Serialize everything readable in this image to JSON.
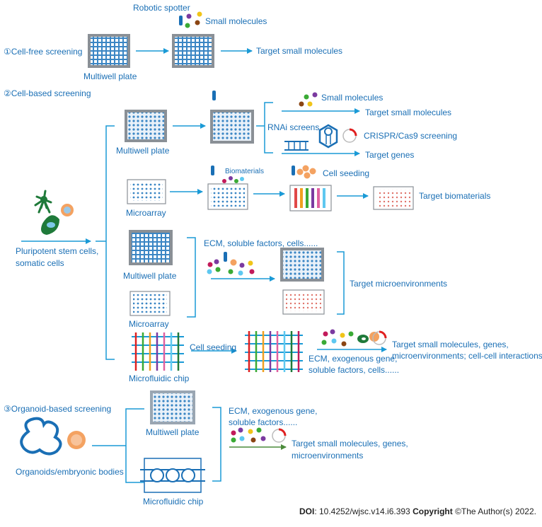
{
  "colors": {
    "blue": "#1a9ad6",
    "text": "#1a6fb5",
    "plate_gray": "#8a9096",
    "plate_blue": "#3b86c4"
  },
  "labels": {
    "robotic_spotter": "Robotic spotter",
    "small_molecules_1": "Small molecules",
    "cell_free": "①Cell-free screening",
    "multiwell_1": "Multiwell plate",
    "target_small_1": "Target small molecules",
    "cell_based": "②Cell-based screening",
    "small_molecules_2": "Small molecules",
    "target_small_2": "Target small molecules",
    "rnai": "RNAi screens",
    "crispr": "CRISPR/Cas9 screening",
    "multiwell_2": "Multiwell plate",
    "target_genes": "Target genes",
    "biomaterials": "Biomaterials",
    "cell_seeding_1": "Cell seeding",
    "target_biomaterials": "Target biomaterials",
    "microarray_1": "Microarray",
    "pluripotent": "Pluripotent stem cells,",
    "somatic": "somatic cells",
    "ecm_factors": "ECM, soluble factors, cells......",
    "multiwell_3": "Multiwell plate",
    "target_micro": "Target microenvironments",
    "microarray_2": "Microarray",
    "cell_seeding_2": "Cell seeding",
    "target_multi_1": "Target small molecules, genes,",
    "target_multi_2": "microenvironments; cell-cell interactions",
    "ecm_exo_1": "ECM, exogenous gene,",
    "ecm_exo_2": "soluble factors, cells......",
    "microfluidic_1": "Microfluidic chip",
    "organoid": "③Organoid-based screening",
    "multiwell_4": "Multiwell plate",
    "ecm_exo_3": "ECM, exogenous gene,",
    "ecm_exo_4": "soluble factors......",
    "target_org_1": "Target small molecules, genes,",
    "target_org_2": "microenvironments",
    "organoids": "Organoids/embryonic bodies",
    "microfluidic_2": "Microfluidic chip"
  },
  "footer": {
    "doi_label": "DOI",
    "doi_value": ": 10.4252/wjsc.v14.i6.393 ",
    "copyright_label": "Copyright",
    "copyright_value": " ©The Author(s) 2022."
  }
}
